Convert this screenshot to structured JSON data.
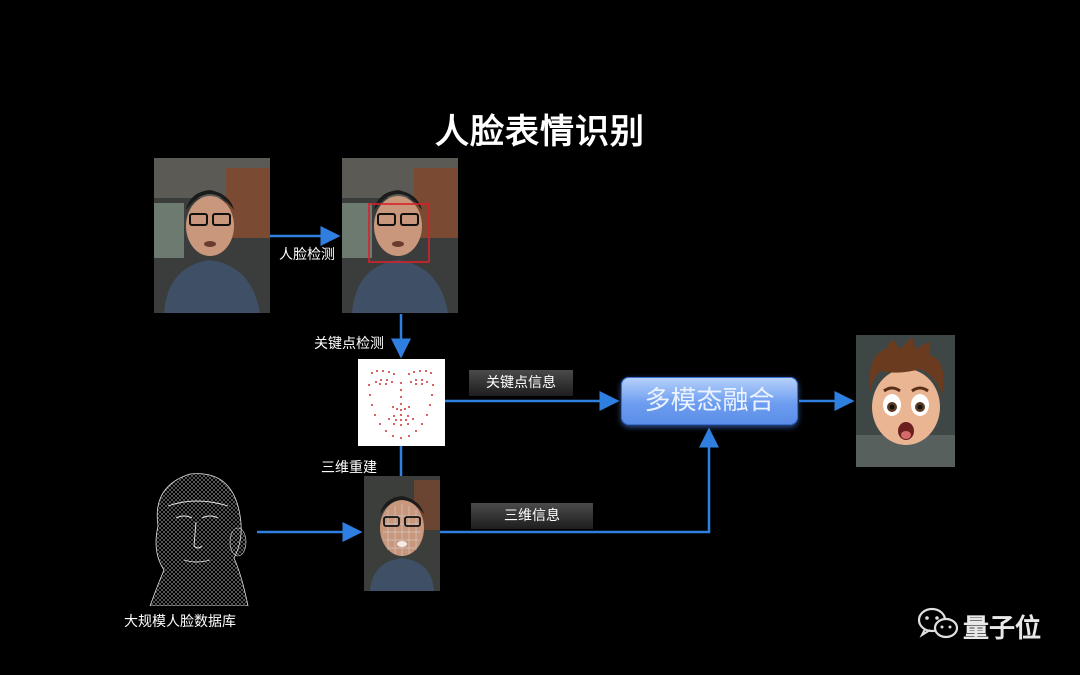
{
  "title": "人脸表情识别",
  "labels": {
    "face_detection": "人脸检测",
    "keypoint_detection": "关键点检测",
    "reconstruction_3d": "三维重建",
    "face_database": "大规模人脸数据库"
  },
  "tags": {
    "keypoint_info": "关键点信息",
    "info_3d": "三维信息"
  },
  "fusion_box": "多模态融合",
  "watermark": "量子位",
  "colors": {
    "background": "#000000",
    "arrow": "#2f7fe0",
    "detection_box": "#d8202a",
    "fusion": "#6d9df0"
  }
}
